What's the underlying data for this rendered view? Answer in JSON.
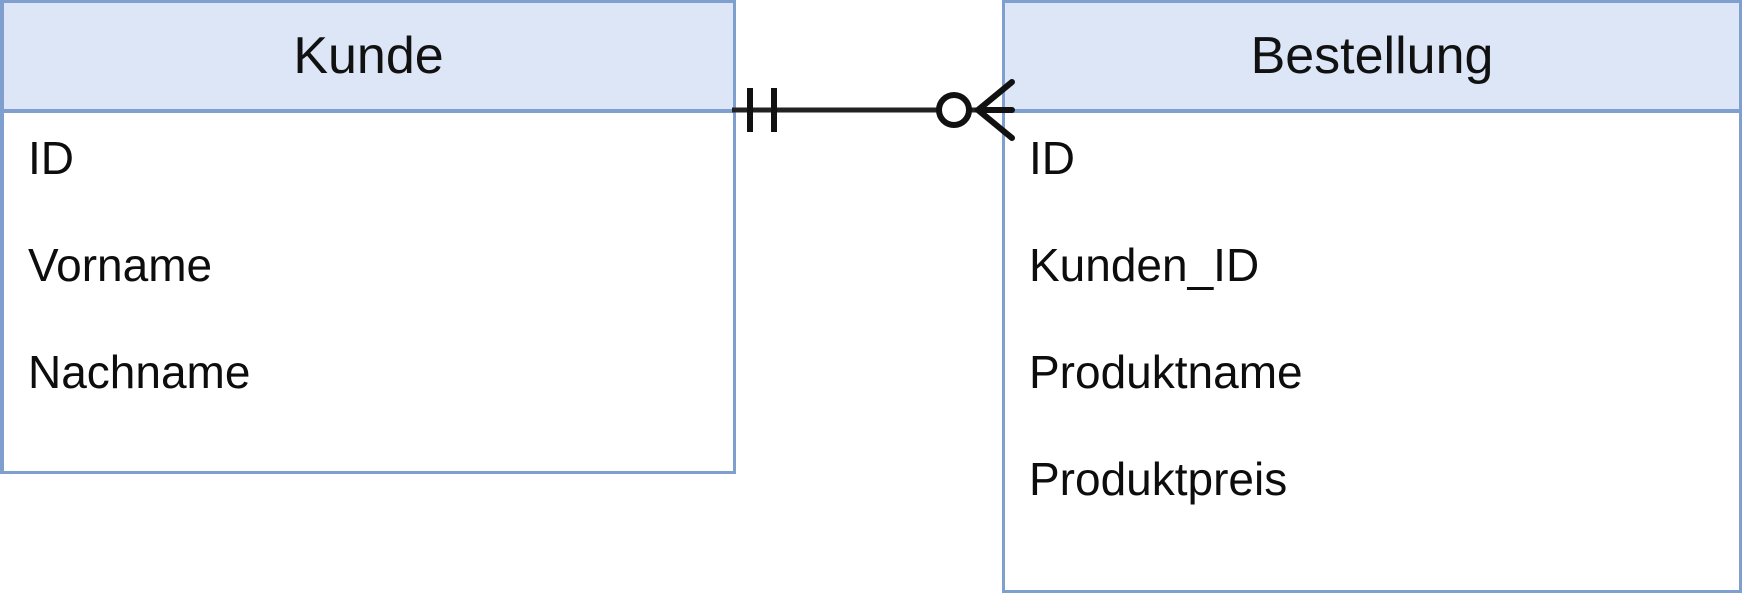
{
  "diagram": {
    "type": "entity-relationship-diagram",
    "notation": "crow's foot",
    "background_color": "#ffffff",
    "entity_border_color": "#7f9fce",
    "entity_header_fill": "#dce6f7",
    "connector_color": "#222222",
    "text_color": "#0d0d0d"
  },
  "entities": [
    {
      "id": "kunde",
      "title": "Kunde",
      "attributes": [
        {
          "name": "ID"
        },
        {
          "name": "Vorname"
        },
        {
          "name": "Nachname"
        }
      ]
    },
    {
      "id": "bestellung",
      "title": "Bestellung",
      "attributes": [
        {
          "name": "ID"
        },
        {
          "name": "Kunden_ID"
        },
        {
          "name": "Produktname"
        },
        {
          "name": "Produktpreis"
        }
      ]
    }
  ],
  "relationship": {
    "from_entity": "Kunde",
    "to_entity": "Bestellung",
    "from_cardinality": "one-and-only-one",
    "to_cardinality": "zero-or-many",
    "from_symbol": "double-tick",
    "to_symbol": "circle-crowsfoot",
    "label": ""
  }
}
